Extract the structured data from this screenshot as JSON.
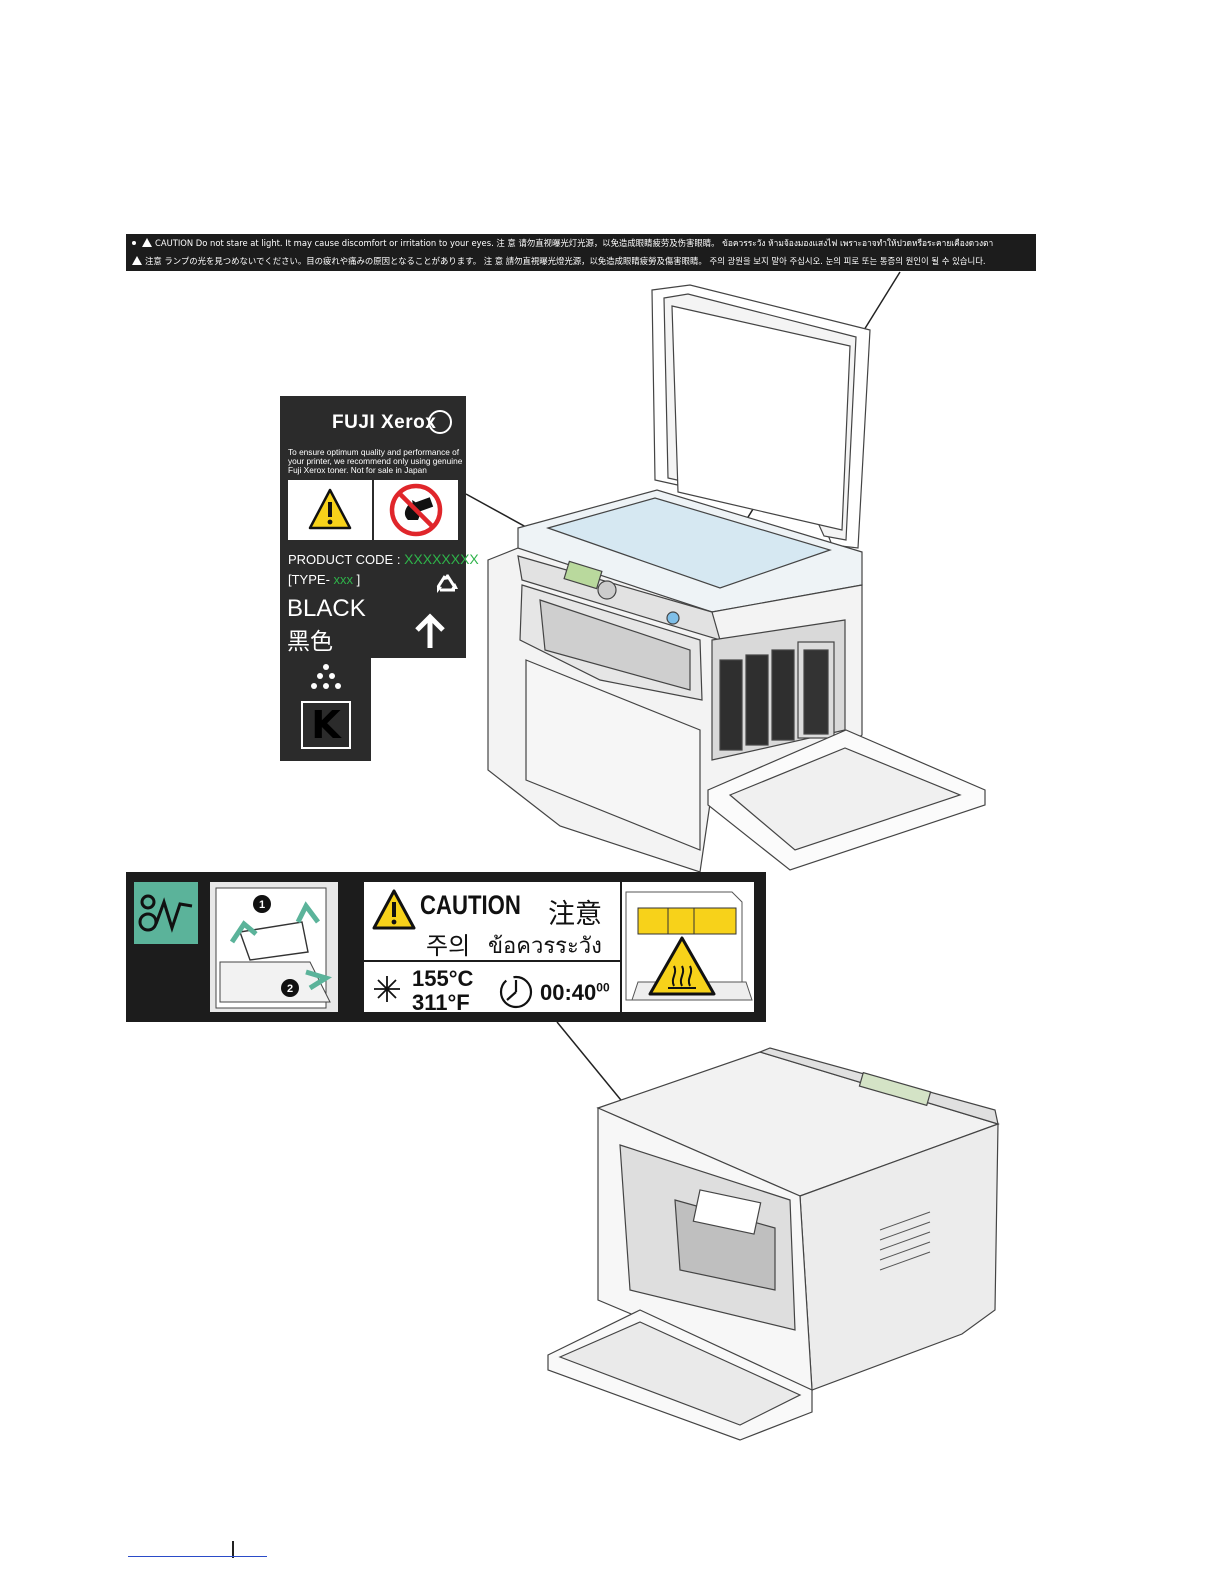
{
  "caution_strip": {
    "line1": "CAUTION   Do not stare at light. It may cause discomfort or irritation to your eyes.    注 意  请勿直视曝光灯光源，以免造成眼睛疲劳及伤害眼睛。    ข้อควรระวัง  ห้ามจ้องมองแสงไฟ เพราะอาจทำให้ปวดหรือระคายเคืองดวงตา",
    "line2": "注意  ランプの光を見つめないでください。目の疲れや痛みの原因となることがあります。    注 意  請勿直視曝光燈光源，以免造成眼睛疲勞及傷害眼睛。    주의  광원을 보지 말아 주십시오. 눈의 피로 또는 통증의 원인이 될 수 있습니다."
  },
  "toner_label": {
    "brand": "FUJI Xerox",
    "description": "To ensure optimum quality and performance of your printer, we recommend only using genuine Fuji Xerox toner.  Not for sale in Japan",
    "product_code_label": "PRODUCT CODE :",
    "product_code_value": "XXXXXXXX",
    "type_prefix": "[TYPE-",
    "type_value": "xxx",
    "type_suffix": "]",
    "color_en": "BLACK",
    "color_cn": "黑色",
    "color_letter": "K",
    "colors": {
      "warning_yellow": "#f7d21a",
      "no_fire_red": "#e0262b",
      "code_green": "#2fb34a",
      "label_bg": "#2b2b2b"
    }
  },
  "caution_label": {
    "step1": "1",
    "step2": "2",
    "title_en": "CAUTION",
    "title_cn": "注意",
    "title_kr": "주의",
    "title_th": "ข้อควรระวัง",
    "temp_c": "155°C",
    "temp_f": "311°F",
    "time_main": "00:40",
    "time_sup": "00",
    "colors": {
      "teal": "#5bb39a",
      "warning_yellow": "#f7d21a",
      "bg": "#1c1c1c"
    }
  },
  "icons": [
    "warning-triangle-icon",
    "no-fire-icon",
    "recycle-icon",
    "up-arrow-icon",
    "toner-dots-icon",
    "snowflake-icon",
    "timer-icon",
    "hot-surface-icon",
    "paper-jam-icon"
  ]
}
